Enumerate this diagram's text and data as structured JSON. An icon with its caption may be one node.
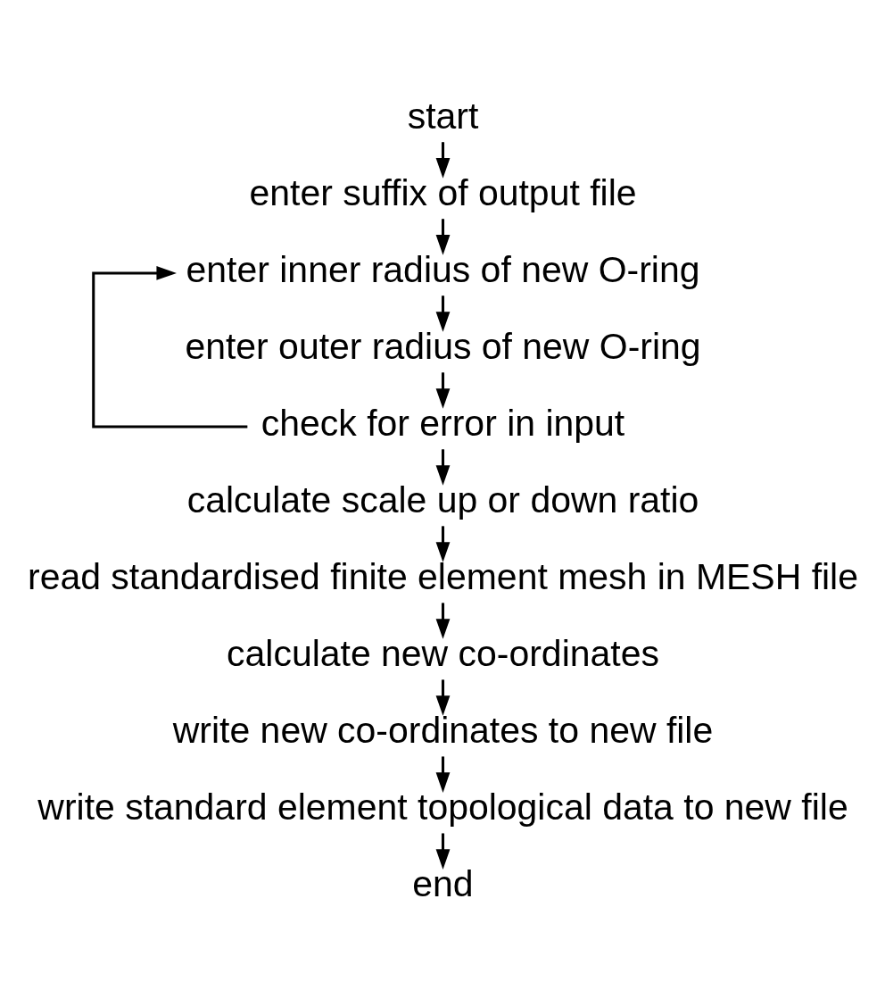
{
  "diagram": {
    "nodes": [
      {
        "text": [
          "start"
        ]
      },
      {
        "text": [
          "enter suffix of output file"
        ]
      },
      {
        "text": [
          "enter inner radius of new O-ring"
        ]
      },
      {
        "text": [
          "enter outer radius of new O-ring"
        ]
      },
      {
        "text": [
          "check for error in input"
        ]
      },
      {
        "text": [
          "calculate scale up or down ratio"
        ]
      },
      {
        "text": [
          "read standardised finite element mesh in MESH file"
        ]
      },
      {
        "text": [
          "calculate new co-ordinates"
        ]
      },
      {
        "text": [
          "write new co-ordinates to new file"
        ]
      },
      {
        "text": [
          "write standard element topological data to new file"
        ]
      },
      {
        "text": [
          "end"
        ]
      }
    ],
    "edges": [
      {
        "from": 0,
        "to": 1,
        "arrow": "to"
      },
      {
        "from": 1,
        "to": 2,
        "arrow": "to"
      },
      {
        "from": 2,
        "to": 3,
        "arrow": "to"
      },
      {
        "from": 3,
        "to": 4,
        "arrow": "to"
      },
      {
        "from": 4,
        "to": 2,
        "arrow": "to"
      },
      {
        "from": 4,
        "to": 5,
        "arrow": "to"
      },
      {
        "from": 5,
        "to": 6,
        "arrow": "to"
      },
      {
        "from": 6,
        "to": 7,
        "arrow": "to"
      },
      {
        "from": 7,
        "to": 8,
        "arrow": "to"
      },
      {
        "from": 8,
        "to": 9,
        "arrow": "to"
      },
      {
        "from": 9,
        "to": 10,
        "arrow": "to"
      }
    ]
  }
}
